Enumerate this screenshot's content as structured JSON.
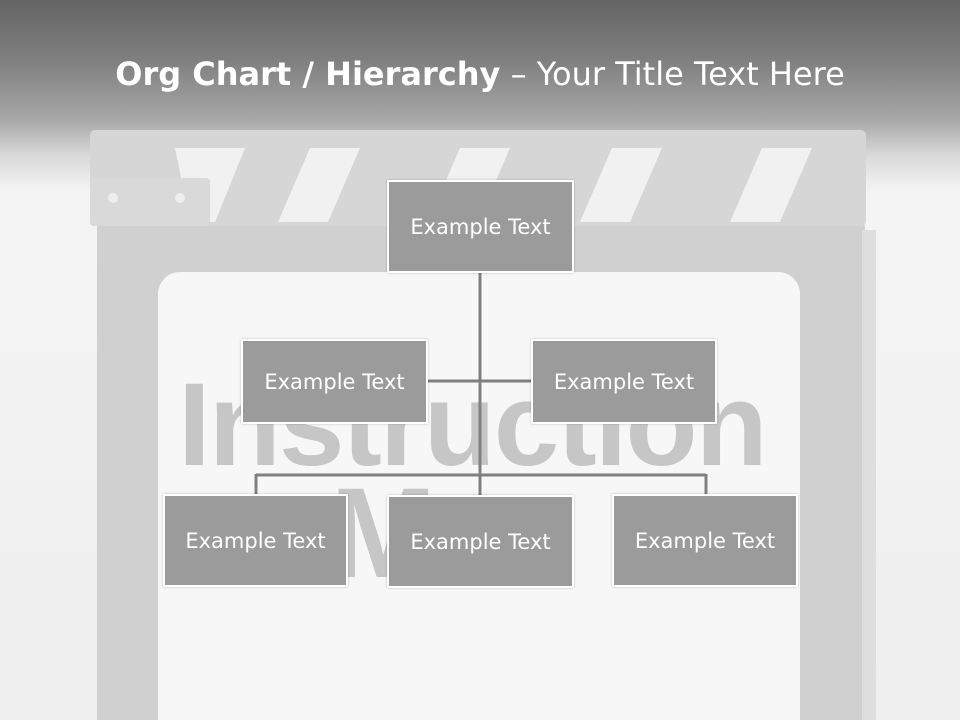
{
  "title": {
    "bold_part": "Org Chart / Hierarchy",
    "rest_part": " – Your Title Text Here"
  },
  "background": {
    "watermark_line1": "Instruction",
    "watermark_line2": "Mo"
  },
  "org_chart": {
    "root": {
      "label": "Example Text"
    },
    "level2": [
      {
        "label": "Example Text"
      },
      {
        "label": "Example Text"
      }
    ],
    "level3": [
      {
        "label": "Example Text"
      },
      {
        "label": "Example Text"
      },
      {
        "label": "Example Text"
      }
    ]
  },
  "colors": {
    "box_fill": "#9b9b9b",
    "box_border": "#ffffff",
    "connector": "#808080"
  }
}
